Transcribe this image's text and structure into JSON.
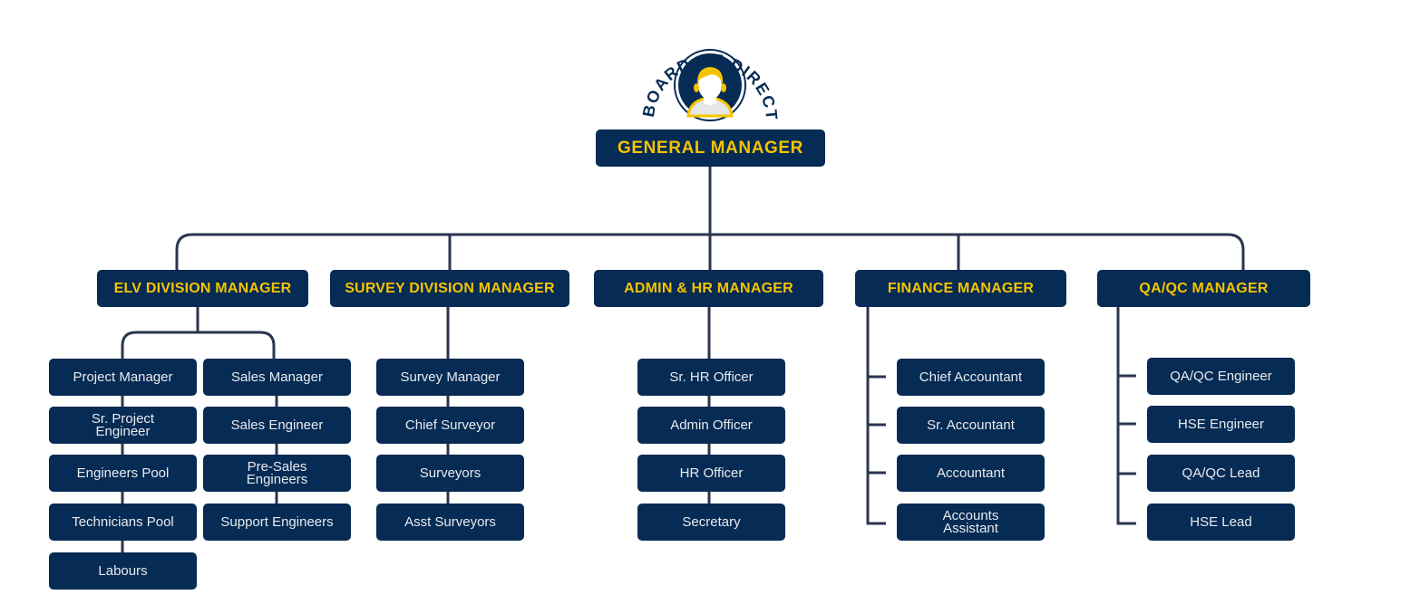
{
  "colors": {
    "box": "#062b54",
    "accent": "#f5c400",
    "line": "#2b3650",
    "sub_text": "#e8ebef"
  },
  "board": {
    "title": "BOARD OF DIRECTORS",
    "icon": "person-avatar-icon"
  },
  "general_manager": "GENERAL MANAGER",
  "divisions": [
    {
      "label": "ELV DIVISION MANAGER",
      "columns": [
        [
          "Project Manager",
          "Sr. Project Engineer",
          "Engineers Pool",
          "Technicians Pool",
          "Labours"
        ],
        [
          "Sales Manager",
          "Sales Engineer",
          "Pre-Sales Engineers",
          "Support Engineers"
        ]
      ]
    },
    {
      "label": "SURVEY DIVISION MANAGER",
      "roles": [
        "Survey Manager",
        "Chief Surveyor",
        "Surveyors",
        "Asst Surveyors"
      ]
    },
    {
      "label": "ADMIN & HR MANAGER",
      "roles": [
        "Sr. HR Officer",
        "Admin Officer",
        "HR Officer",
        "Secretary"
      ]
    },
    {
      "label": "FINANCE MANAGER",
      "roles": [
        "Chief Accountant",
        "Sr. Accountant",
        "Accountant",
        "Accounts Assistant"
      ]
    },
    {
      "label": "QA/QC MANAGER",
      "roles": [
        "QA/QC Engineer",
        "HSE Engineer",
        "QA/QC Lead",
        "HSE Lead"
      ]
    }
  ]
}
